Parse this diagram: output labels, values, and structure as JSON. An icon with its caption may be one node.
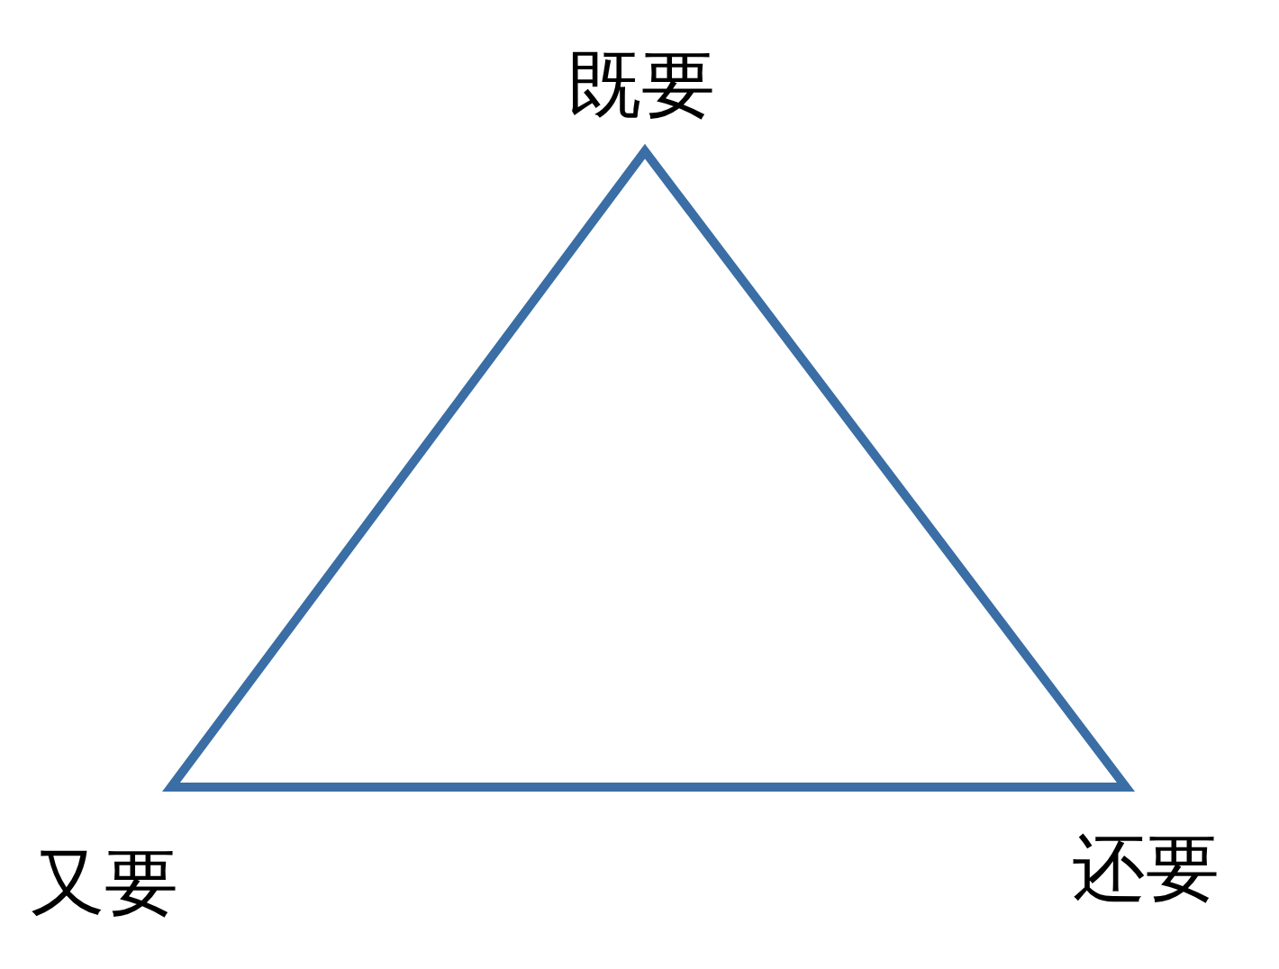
{
  "diagram": {
    "nodes": [
      {
        "text": [],
        "shape": "triangle"
      }
    ],
    "labels": [
      "既要",
      "又要",
      "还要"
    ]
  }
}
